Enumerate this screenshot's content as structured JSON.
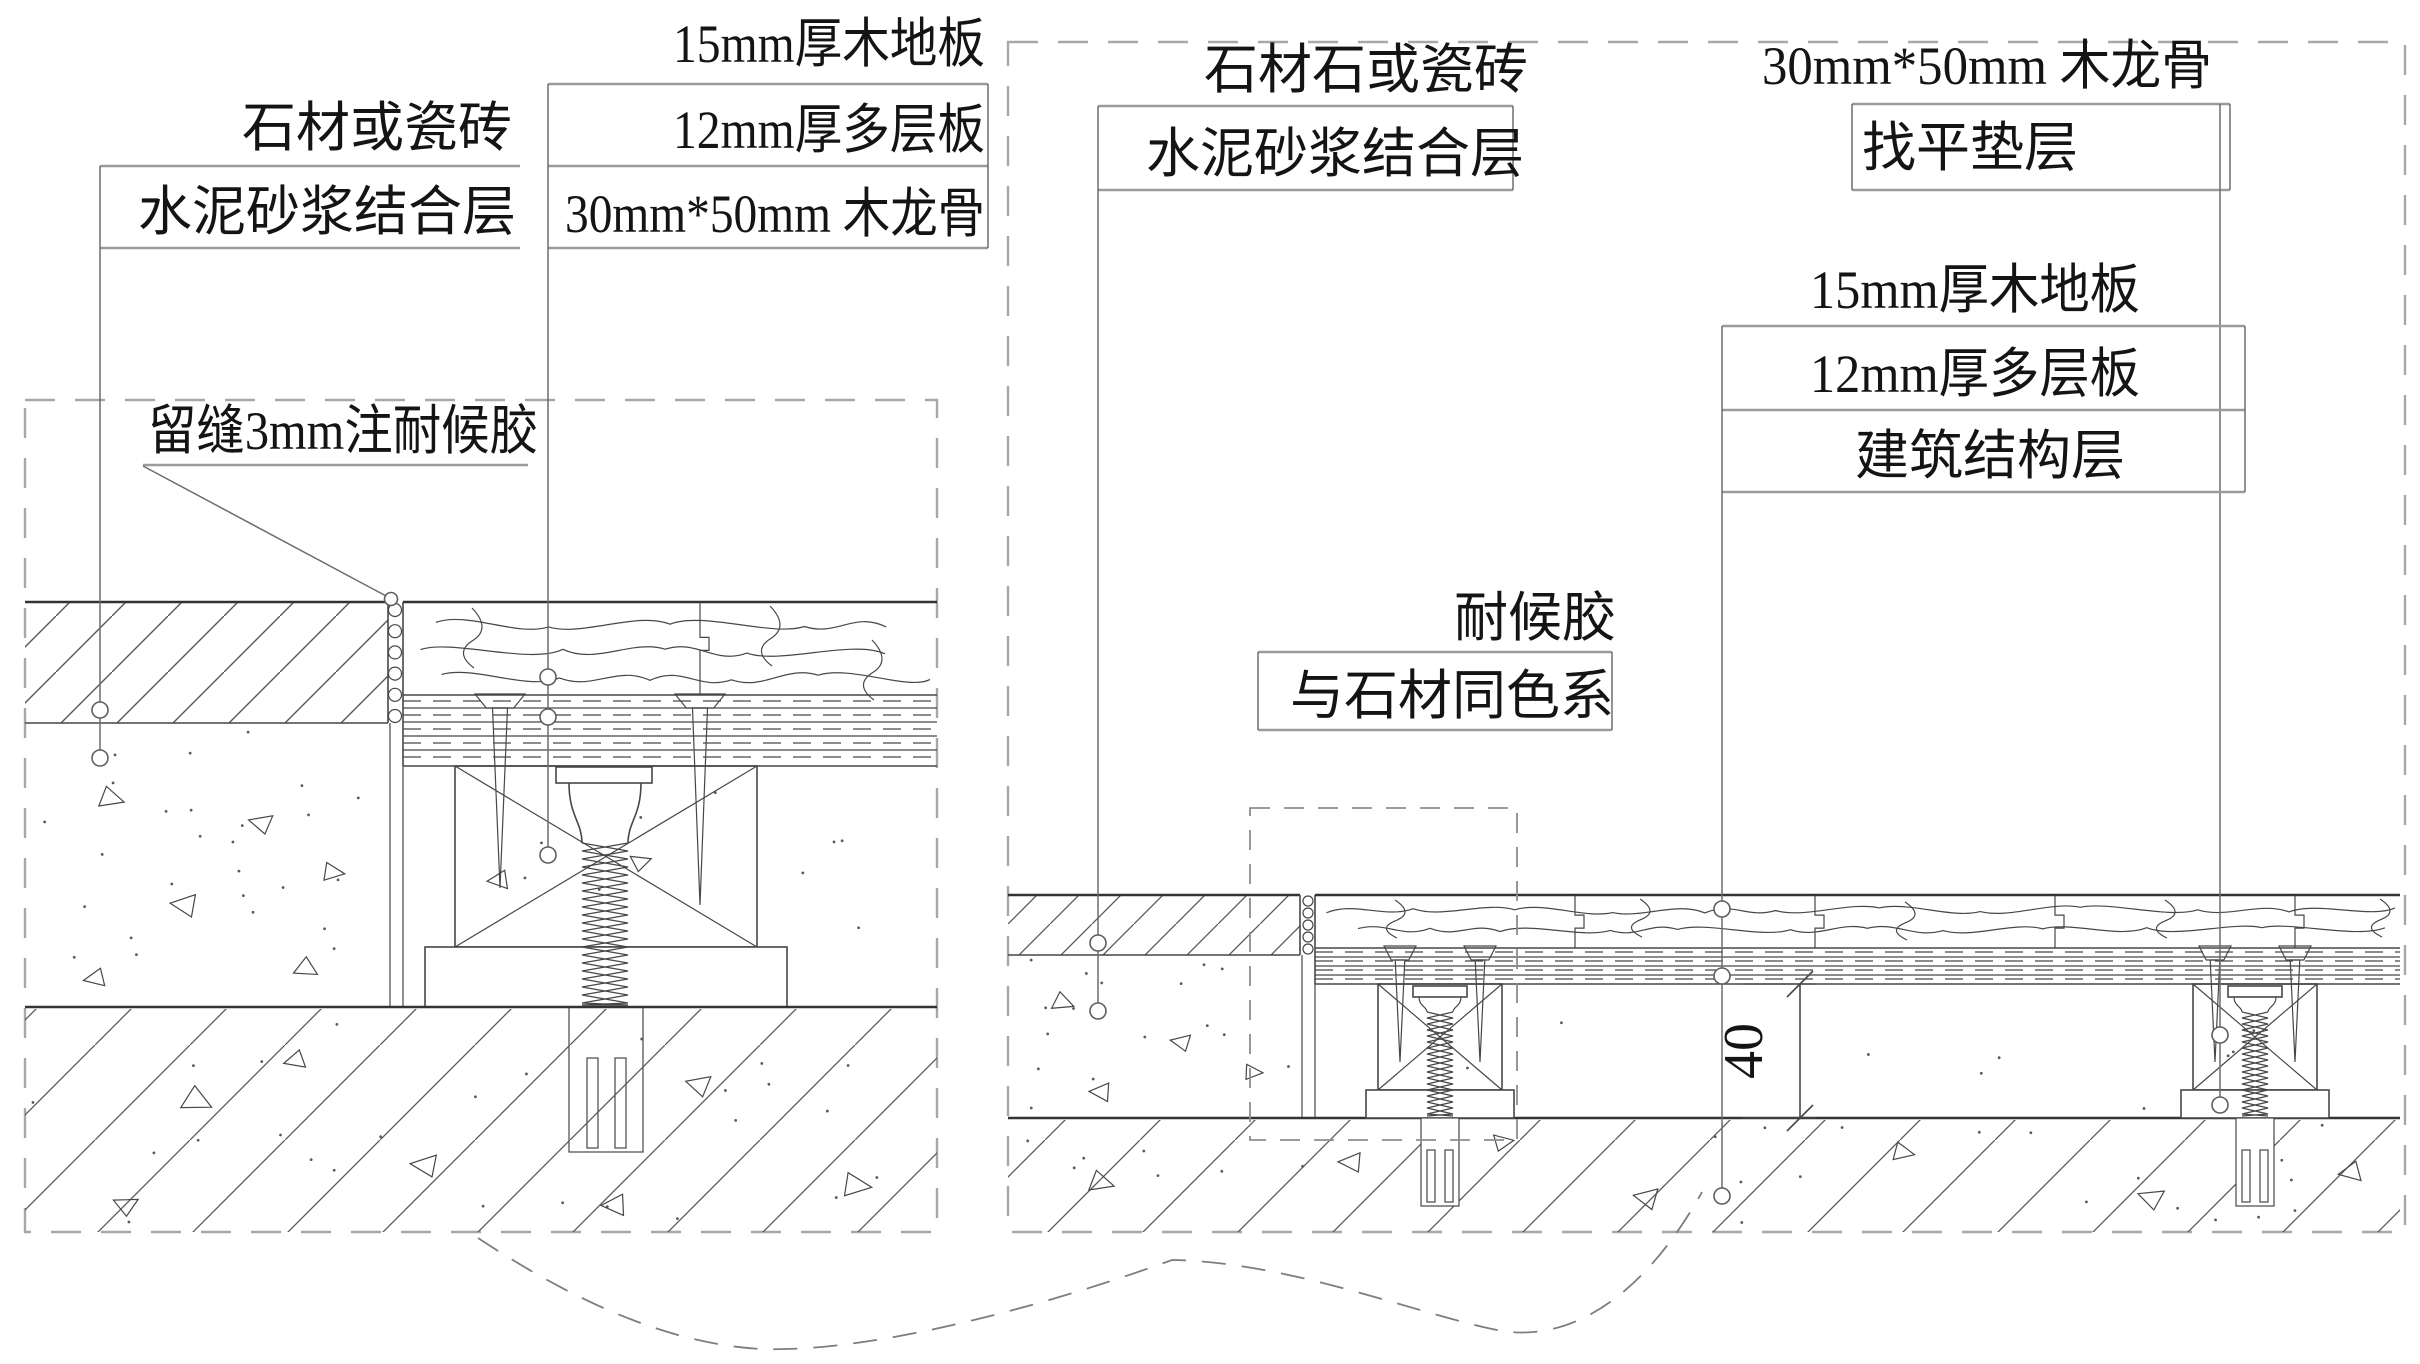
{
  "drawing": {
    "type": "construction-detail",
    "background": "#ffffff",
    "line_color": "#474747",
    "text_color": "#141414",
    "rule_color": "#9b9b9b",
    "border_color": "#a8a8a8"
  },
  "left_detail": {
    "labels": {
      "wood_floor_15mm": "15mm厚木地板",
      "stone_or_tile": "石材或瓷砖",
      "plywood_12mm": "12mm厚多层板",
      "cement_mortar_bond": "水泥砂浆结合层",
      "wood_joist_30x50": "30mm*50mm 木龙骨",
      "sealant_gap_3mm": "留缝3mm注耐候胶"
    }
  },
  "right_detail": {
    "labels": {
      "stone_or_tile": "石材石或瓷砖",
      "cement_mortar_bond": "水泥砂浆结合层",
      "wood_joist_30x50": "30mm*50mm 木龙骨",
      "leveling_pad": "找平垫层",
      "wood_floor_15mm": "15mm厚木地板",
      "plywood_12mm": "12mm厚多层板",
      "structural_layer": "建筑结构层",
      "weatherproof_sealant": "耐候胶",
      "sealant_color_note": "与石材同色系"
    },
    "dimension": {
      "cavity_height": "40"
    }
  }
}
